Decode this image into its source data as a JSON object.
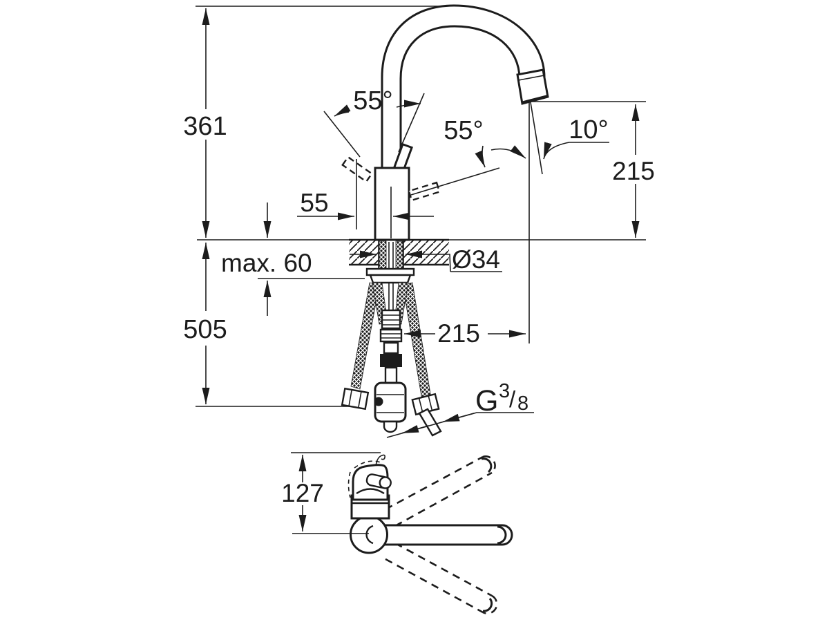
{
  "meta": {
    "drawing_type": "faucet-installation-dimension-drawing",
    "views": [
      "side-elevation",
      "top-plan"
    ]
  },
  "colors": {
    "line": "#1c1c1c",
    "background": "#ffffff"
  },
  "labels": {
    "overall_height": "361",
    "below_counter_length": "505",
    "outlet_height": "215",
    "spout_reach": "215",
    "handle_projection": "55",
    "max_counter_thickness": "max. 60",
    "hole_diameter": "Ø34",
    "handle_swing_angle": "55°",
    "spout_angle_range": "55°",
    "outlet_tilt_angle": "10°",
    "top_view_handle_depth": "127",
    "thread_letter": "G",
    "thread_numerator": "3",
    "thread_slash": "/",
    "thread_denominator": "8"
  }
}
